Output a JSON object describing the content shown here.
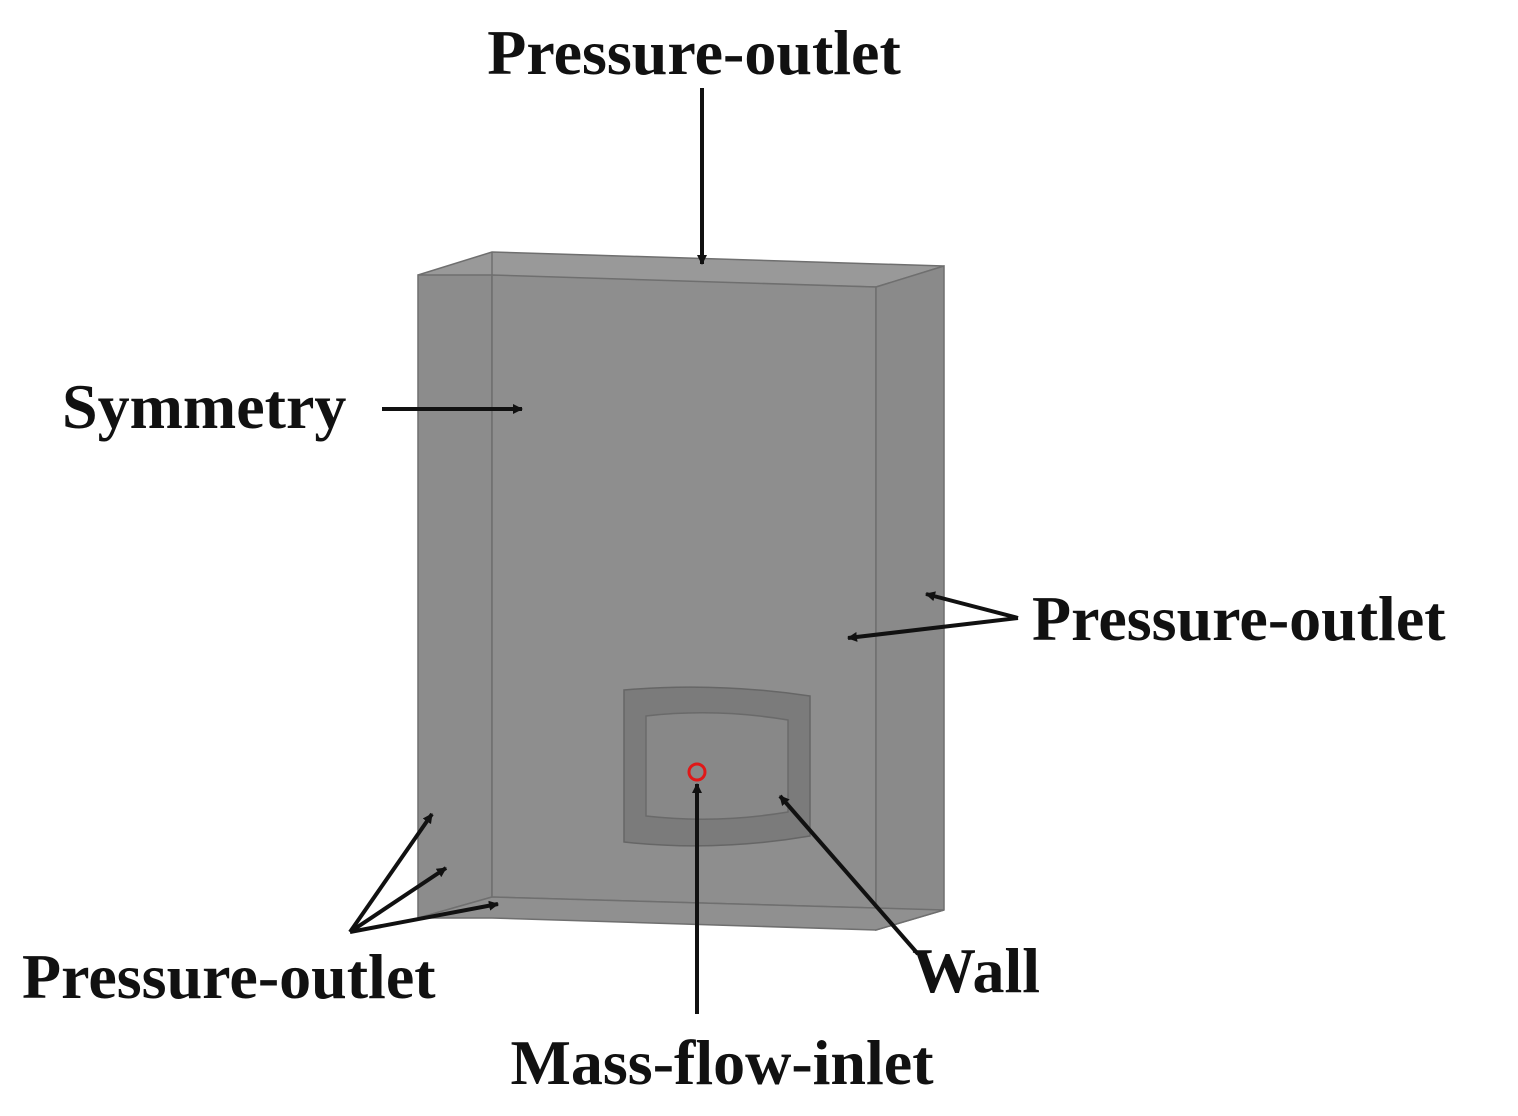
{
  "labels": {
    "top": "Pressure-outlet",
    "left_face": "Symmetry",
    "right_side": "Pressure-outlet",
    "bottom_left": "Pressure-outlet",
    "wall": "Wall",
    "inlet": "Mass-flow-inlet"
  },
  "colors": {
    "front_face": "#8e8e8e",
    "side_face": "#8a8a8a",
    "top_face": "#999999",
    "bottom_face": "#909090",
    "wall_outer": "#7b7b7b",
    "wall_inner": "#888888",
    "inlet_ring": "#e01818",
    "arrow": "#111111"
  }
}
